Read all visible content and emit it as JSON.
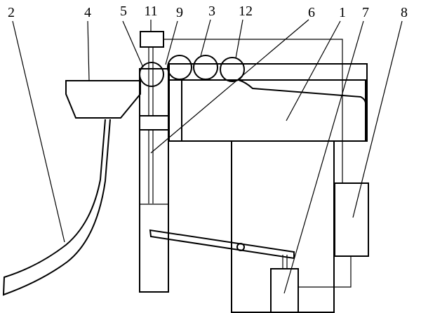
{
  "labels": {
    "l1": "1",
    "l2": "2",
    "l3": "3",
    "l4": "4",
    "l5": "5",
    "l6": "6",
    "l7": "7",
    "l8": "8",
    "l9": "9",
    "l11": "11",
    "l12": "12"
  }
}
